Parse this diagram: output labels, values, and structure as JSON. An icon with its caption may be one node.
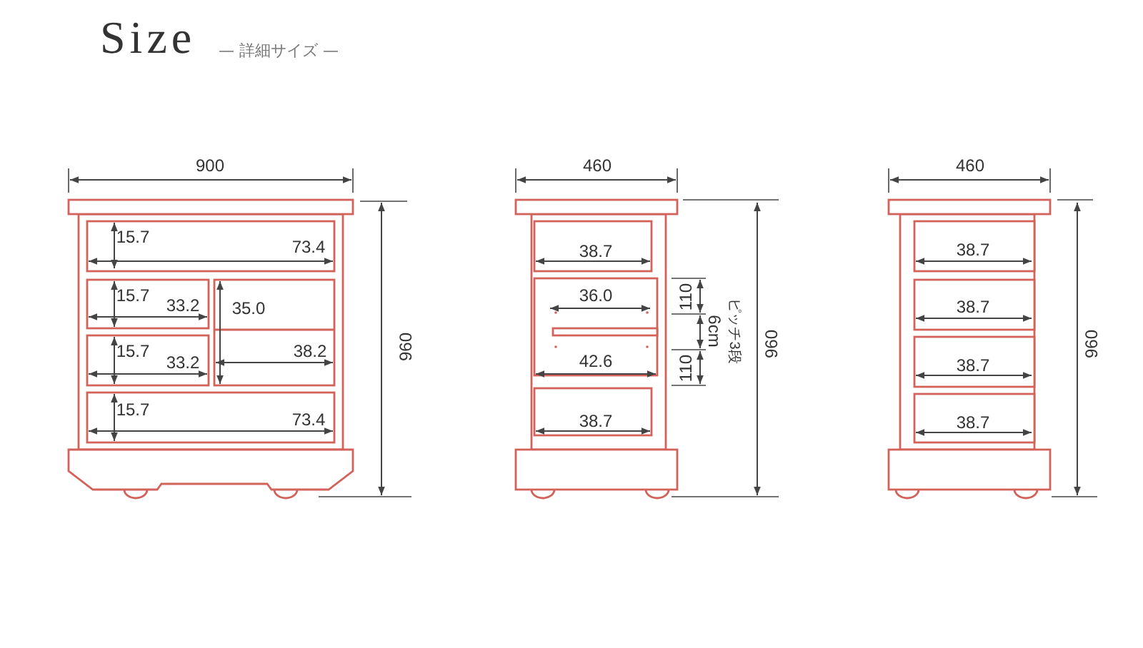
{
  "diagram": {
    "title": "Size",
    "labels": [
      "— 詳細サイズ —",
      "900",
      "15.7",
      "73.4",
      "15.7",
      "33.2",
      "35.0",
      "15.7",
      "33.2",
      "38.2",
      "15.7",
      "73.4",
      "960",
      "460",
      "38.7",
      "36.0",
      "110",
      "6cm",
      "ピッチ3段",
      "42.6",
      "110",
      "38.7",
      "960",
      "460",
      "38.7",
      "38.7",
      "38.7",
      "38.7",
      "960"
    ]
  }
}
